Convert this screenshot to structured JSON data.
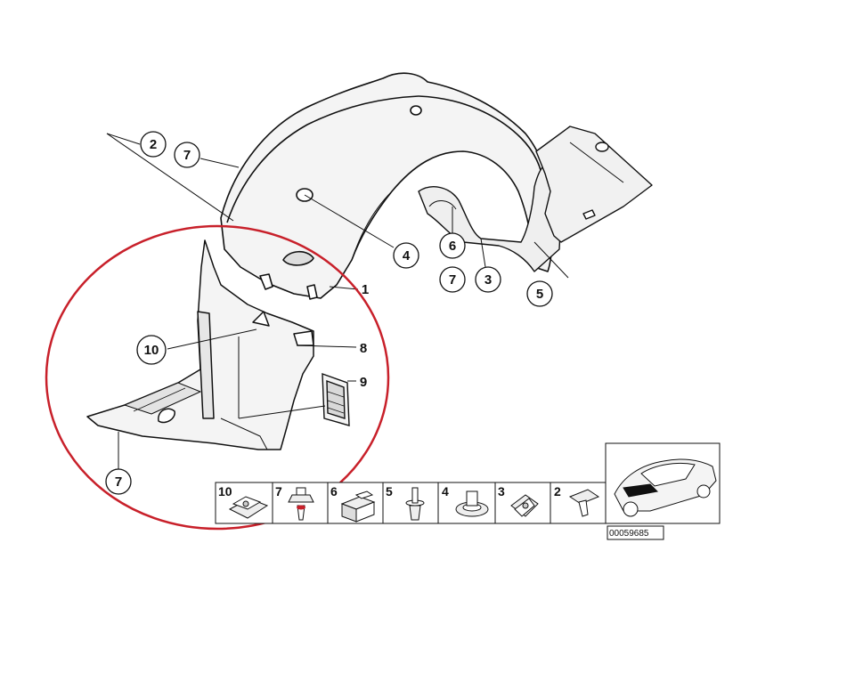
{
  "diagram": {
    "callouts": {
      "c2_top": "2",
      "c7_top": "7",
      "c4": "4",
      "c6_mid": "6",
      "c7_mid": "7",
      "c3": "3",
      "c5": "5",
      "c1": "1",
      "c10": "10",
      "c8": "8",
      "c9": "9",
      "c7_bottom": "7"
    },
    "parts_strip": [
      "10",
      "7",
      "6",
      "5",
      "4",
      "3",
      "2"
    ],
    "reference_number": "00059685",
    "highlight_color": "#c8202a",
    "line_color": "#111111"
  }
}
